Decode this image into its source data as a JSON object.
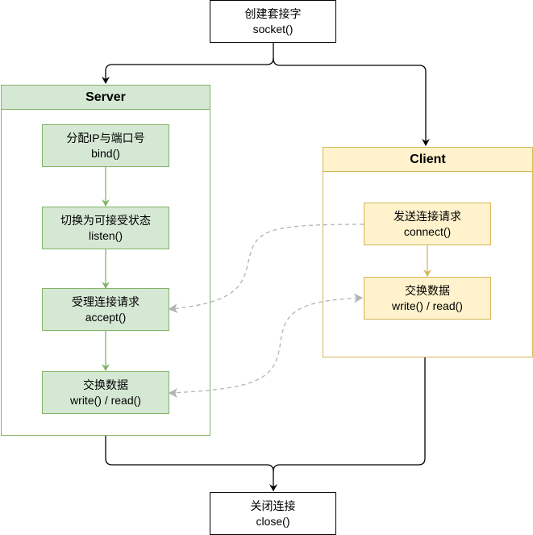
{
  "diagram": {
    "socket": {
      "title": "创建套接字",
      "call": "socket()"
    },
    "server": {
      "title": "Server",
      "color_fill": "#d5e8d4",
      "color_stroke": "#82b366",
      "steps": [
        {
          "title": "分配IP与端口号",
          "call": "bind()"
        },
        {
          "title": "切换为可接受状态",
          "call": "listen()"
        },
        {
          "title": "受理连接请求",
          "call": "accept()"
        },
        {
          "title": "交换数据",
          "call": "write() / read()"
        }
      ]
    },
    "client": {
      "title": "Client",
      "color_fill": "#fff2cc",
      "color_stroke": "#d6b656",
      "steps": [
        {
          "title": "发送连接请求",
          "call": "connect()"
        },
        {
          "title": "交换数据",
          "call": "write() / read()"
        }
      ]
    },
    "close": {
      "title": "关闭连接",
      "call": "close()"
    },
    "connector_colors": {
      "main": "#000000",
      "dashed": "#b3b3b3"
    }
  }
}
